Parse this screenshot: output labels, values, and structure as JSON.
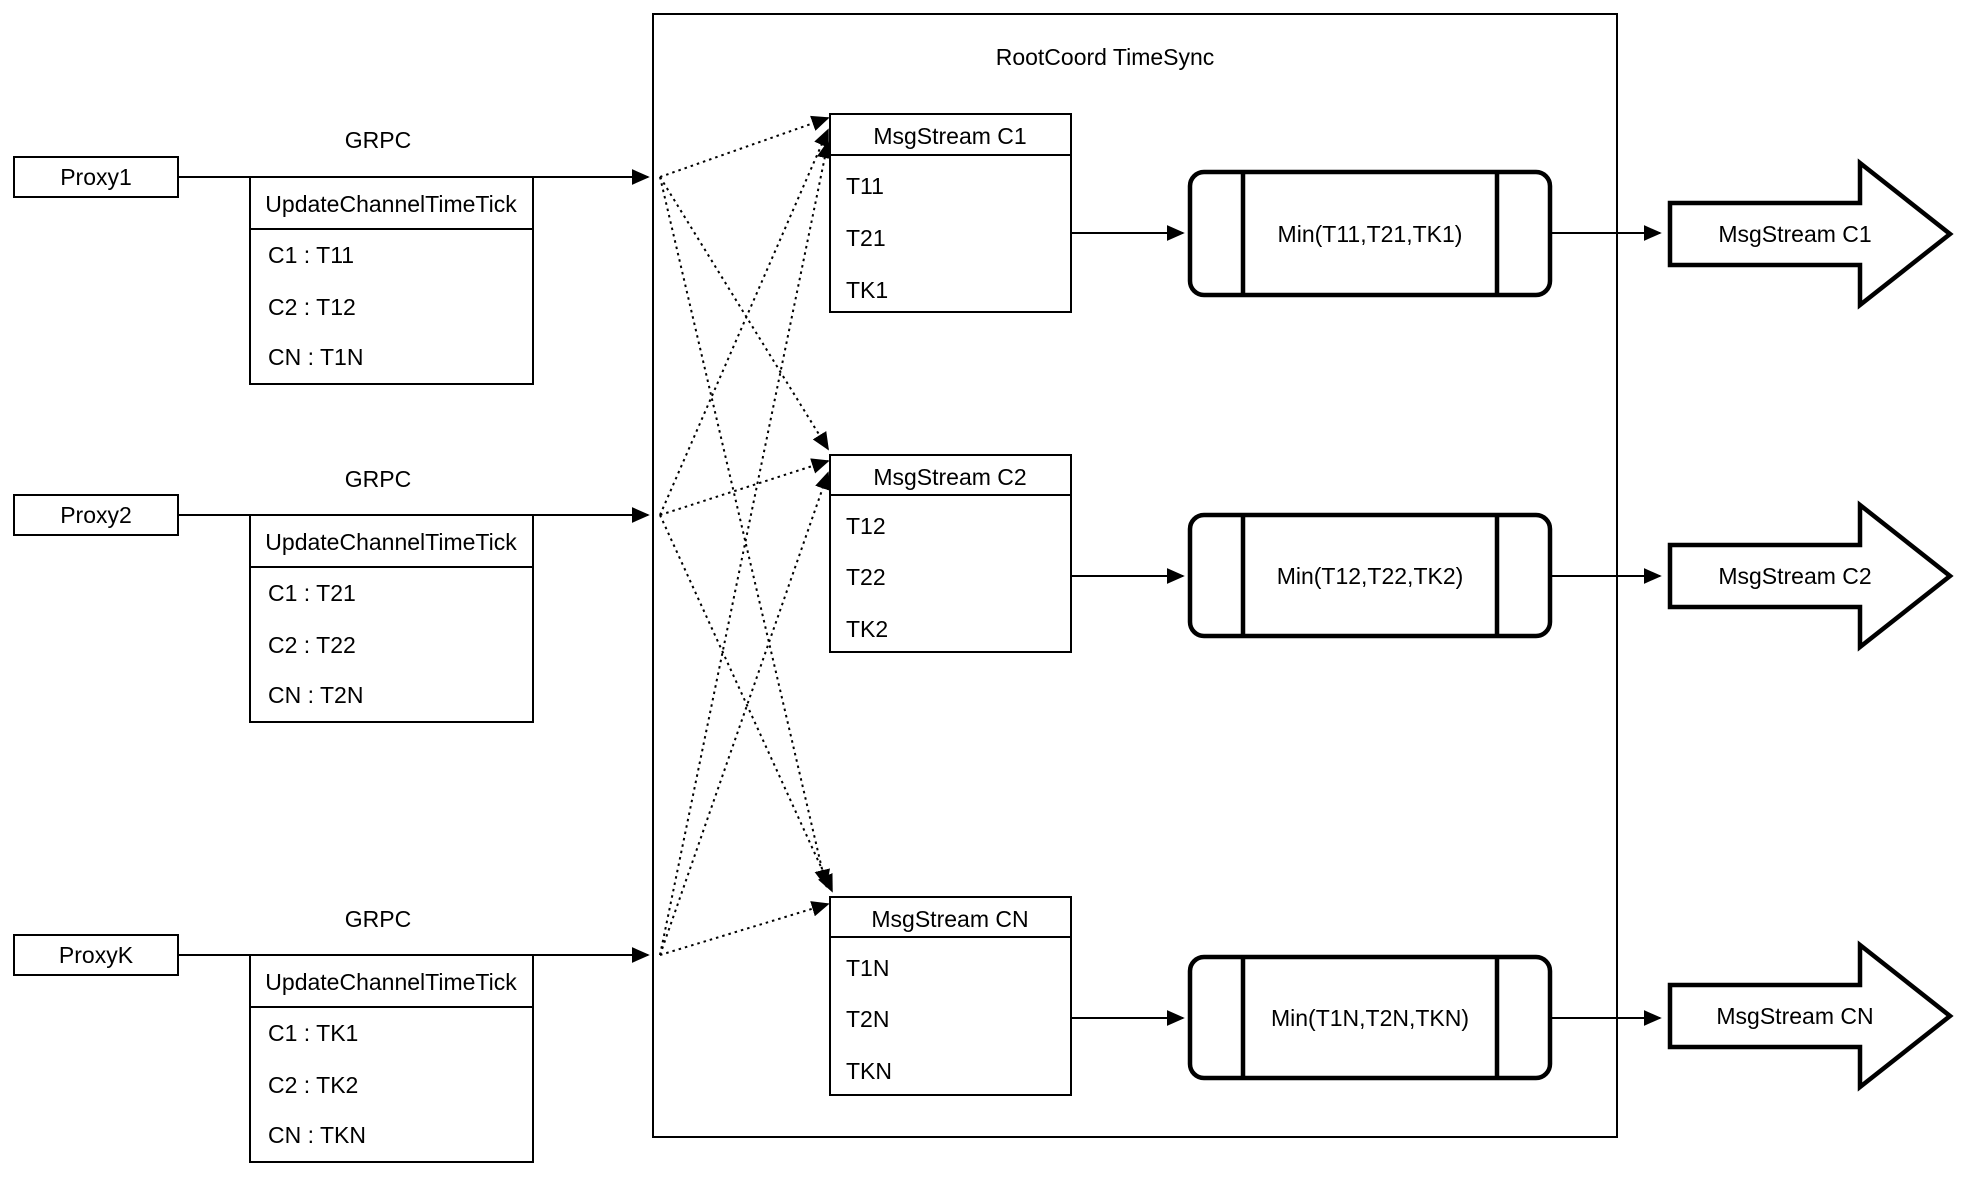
{
  "diagram": {
    "title": "RootCoord TimeSync",
    "line_color": "#000000",
    "background_color": "#ffffff",
    "proxies": [
      {
        "label": "Proxy1",
        "protocol_label": "GRPC",
        "message": {
          "header": "UpdateChannelTimeTick",
          "rows": [
            "C1 : T11",
            "C2 : T12",
            "CN : T1N"
          ]
        }
      },
      {
        "label": "Proxy2",
        "protocol_label": "GRPC",
        "message": {
          "header": "UpdateChannelTimeTick",
          "rows": [
            "C1 : T21",
            "C2 : T22",
            "CN : T2N"
          ]
        }
      },
      {
        "label": "ProxyK",
        "protocol_label": "GRPC",
        "message": {
          "header": "UpdateChannelTimeTick",
          "rows": [
            "C1 : TK1",
            "C2 : TK2",
            "CN : TKN"
          ]
        }
      }
    ],
    "streams": [
      {
        "header": "MsgStream C1",
        "ticks": [
          "T11",
          "T21",
          "TK1"
        ],
        "min_label": "Min(T11,T21,TK1)",
        "output_label": "MsgStream C1"
      },
      {
        "header": "MsgStream C2",
        "ticks": [
          "T12",
          "T22",
          "TK2"
        ],
        "min_label": "Min(T12,T22,TK2)",
        "output_label": "MsgStream C2"
      },
      {
        "header": "MsgStream CN",
        "ticks": [
          "T1N",
          "T2N",
          "TKN"
        ],
        "min_label": "Min(T1N,T2N,TKN)",
        "output_label": "MsgStream CN"
      }
    ]
  }
}
